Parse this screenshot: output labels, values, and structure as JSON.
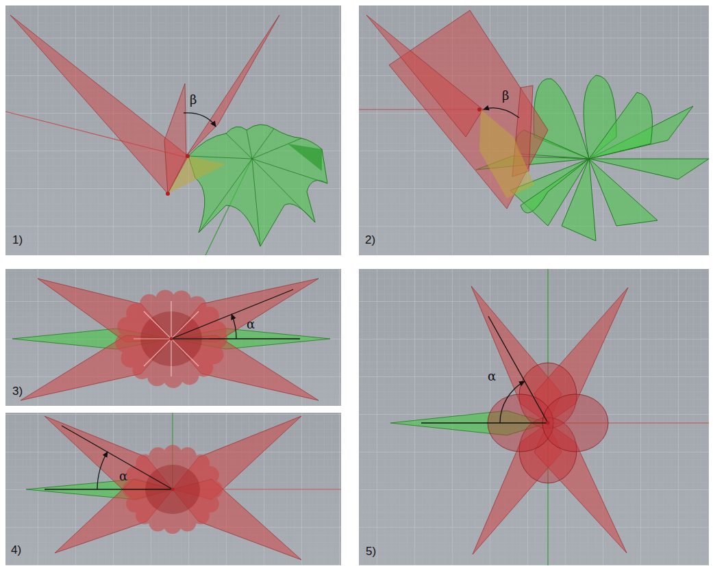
{
  "diagram": {
    "labels": [
      "β",
      "1)",
      "β",
      "2)",
      "α",
      "3)",
      "α",
      "4)",
      "α",
      "5)"
    ]
  }
}
